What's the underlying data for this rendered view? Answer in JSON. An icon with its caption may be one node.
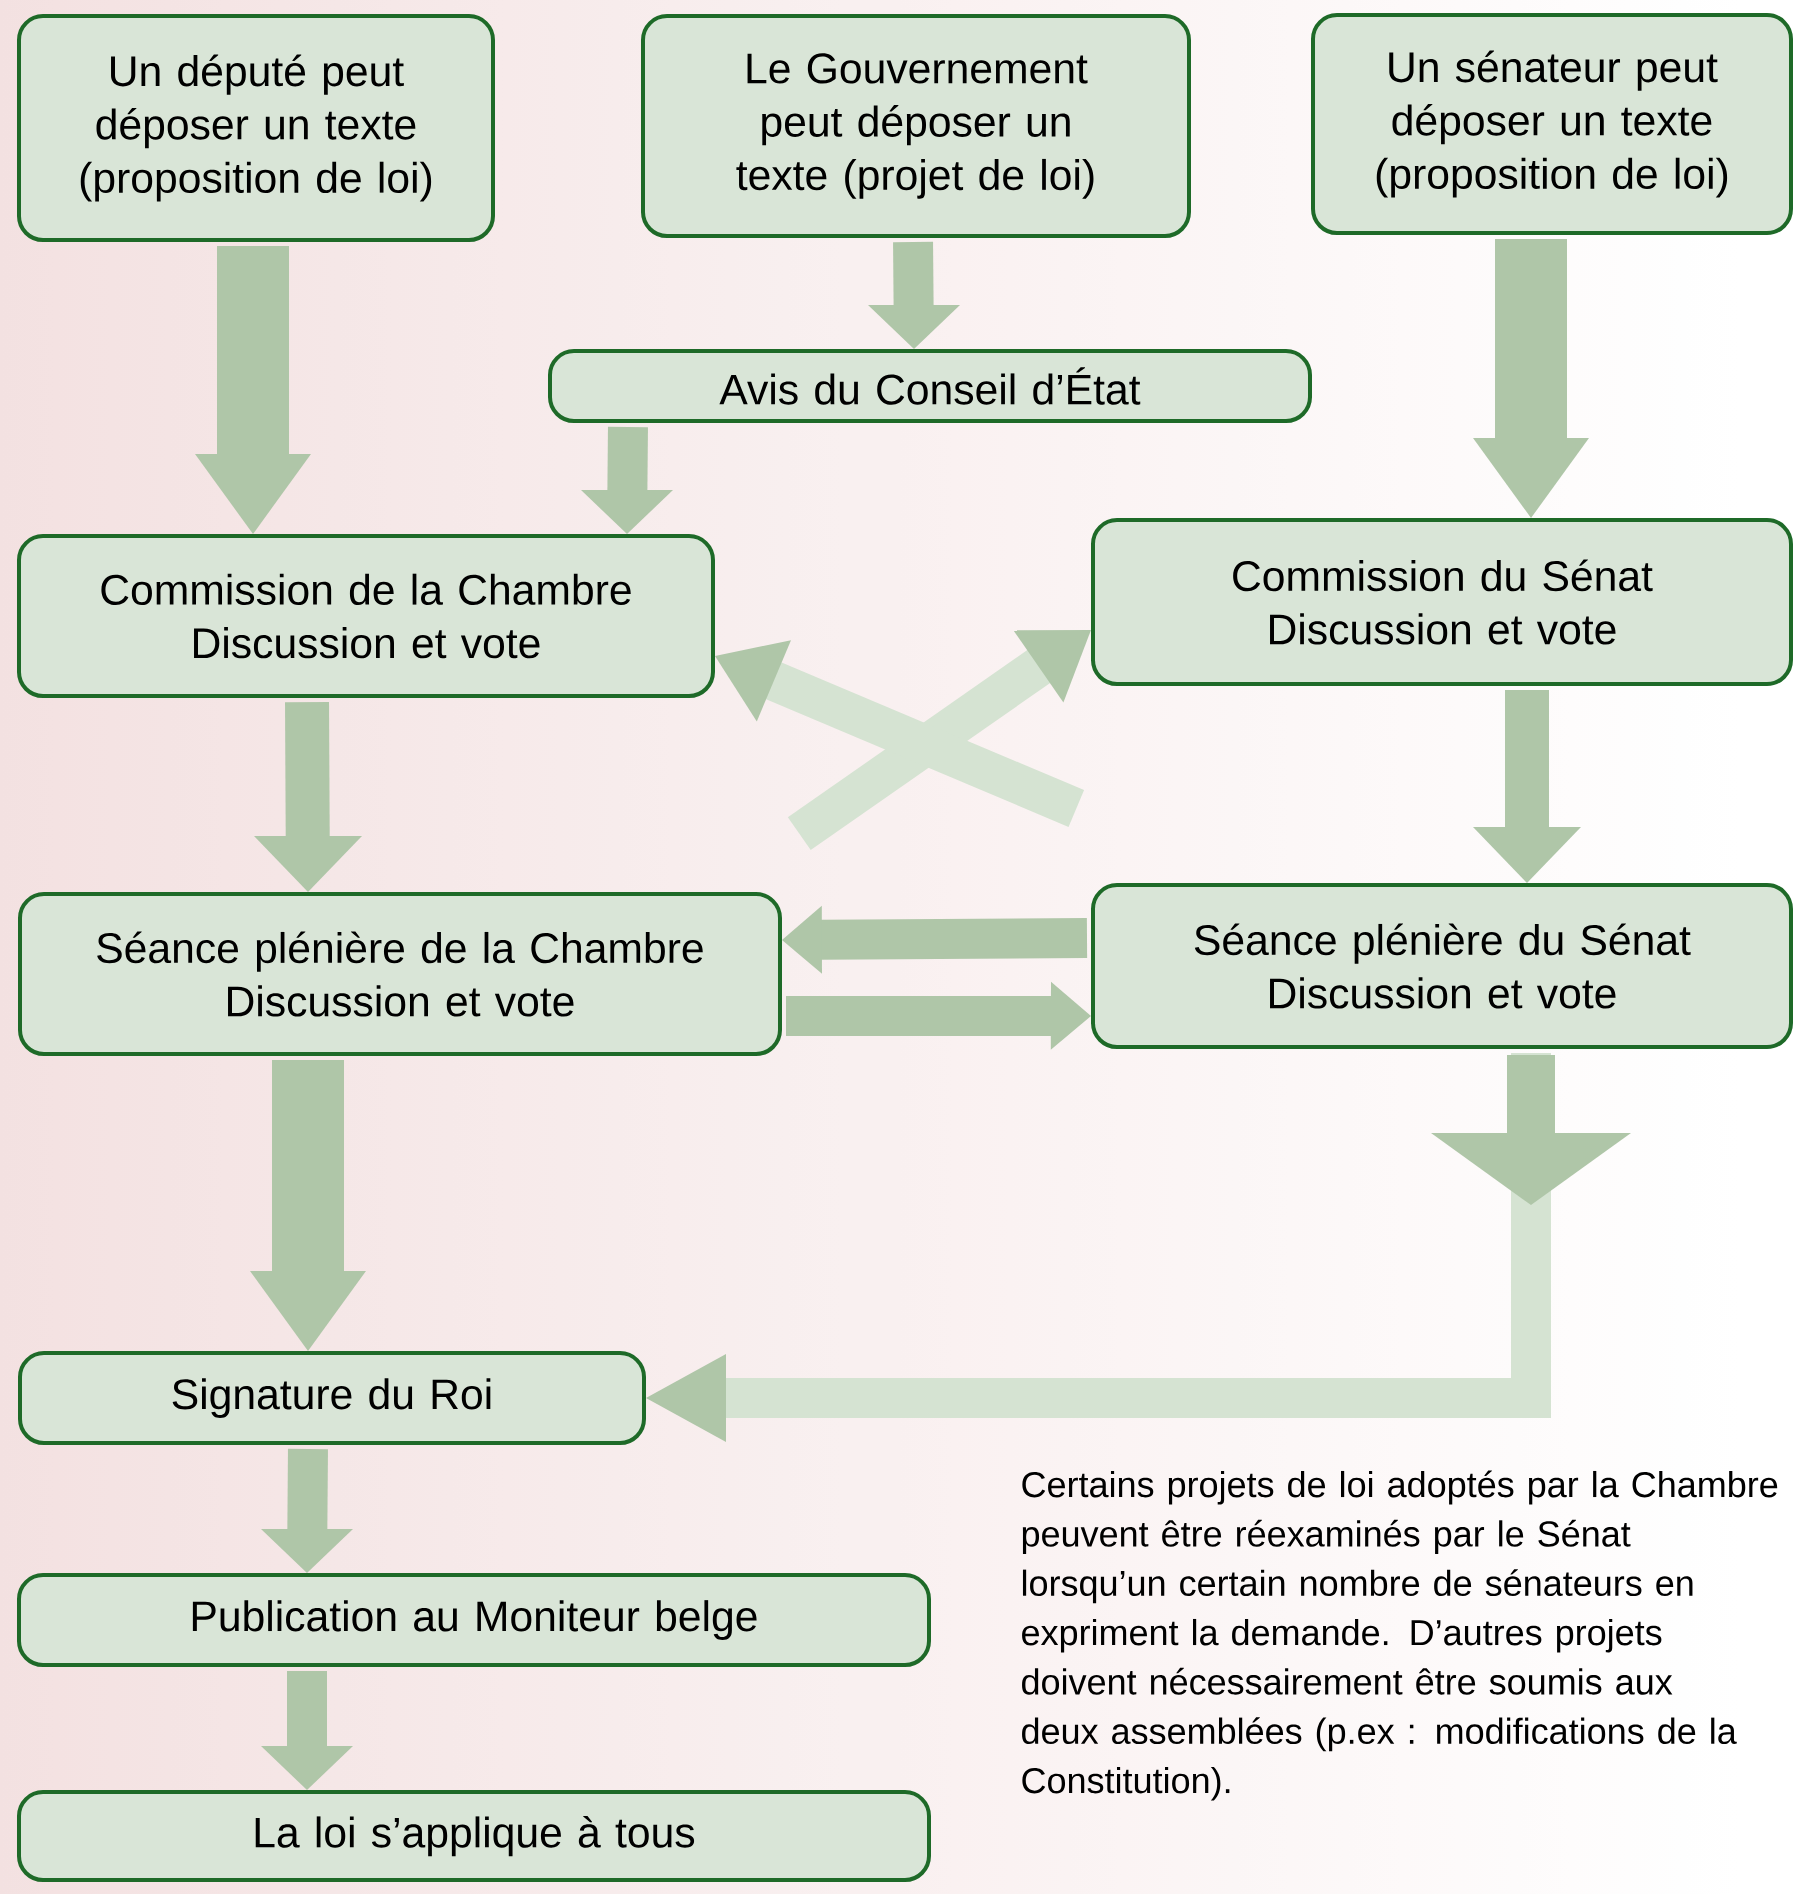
{
  "diagram": {
    "nodes": [
      {
        "text": [
          "Un député peut déposer un texte (proposition de loi)"
        ]
      },
      {
        "text": [
          "Le Gouvernement peut déposer un texte (projet de loi)"
        ]
      },
      {
        "text": [
          "Un sénateur peut déposer un texte (proposition de loi)"
        ]
      },
      {
        "text": [
          "Avis du Conseil d’État"
        ]
      },
      {
        "text": [
          "Commission de la Chambre",
          "Discussion et vote"
        ]
      },
      {
        "text": [
          "Commission du Sénat",
          "Discussion et vote"
        ]
      },
      {
        "text": [
          "Séance plénière de la Chambre",
          "Discussion et vote"
        ]
      },
      {
        "text": [
          "Séance plénière du Sénat",
          "Discussion et vote"
        ]
      },
      {
        "text": [
          "Signature du Roi"
        ]
      },
      {
        "text": [
          "Publication au Moniteur belge"
        ]
      },
      {
        "text": [
          "La loi s’applique à tous"
        ]
      }
    ],
    "edges": [
      {
        "from": 0,
        "to": 4,
        "arrow": "to",
        "style": "thick"
      },
      {
        "from": 1,
        "to": 3,
        "arrow": "to"
      },
      {
        "from": 3,
        "to": 4,
        "arrow": "to"
      },
      {
        "from": 2,
        "to": 5,
        "arrow": "to",
        "style": "thick"
      },
      {
        "from": null,
        "to": 5,
        "arrow": "to"
      },
      {
        "from": null,
        "to": 4,
        "arrow": "to"
      },
      {
        "from": 4,
        "to": 6,
        "arrow": "to"
      },
      {
        "from": 5,
        "to": 7,
        "arrow": "to"
      },
      {
        "from": 7,
        "to": 6,
        "arrow": "to"
      },
      {
        "from": 6,
        "to": 7,
        "arrow": "to"
      },
      {
        "from": 6,
        "to": 8,
        "arrow": "to",
        "style": "thick"
      },
      {
        "from": 7,
        "to": 8,
        "arrow": "to"
      },
      {
        "from": 8,
        "to": 9,
        "arrow": "to"
      },
      {
        "from": 9,
        "to": 10,
        "arrow": "to"
      }
    ],
    "labels": [
      "Certains projets de loi adoptés par la Chambre peuvent être réexaminés par le Sénat lorsqu’un certain nombre de sénateurs en expriment la demande. D’autres projets doivent nécessairement être soumis aux deux assemblées (p.ex : modifications de la Constitution)."
    ]
  }
}
